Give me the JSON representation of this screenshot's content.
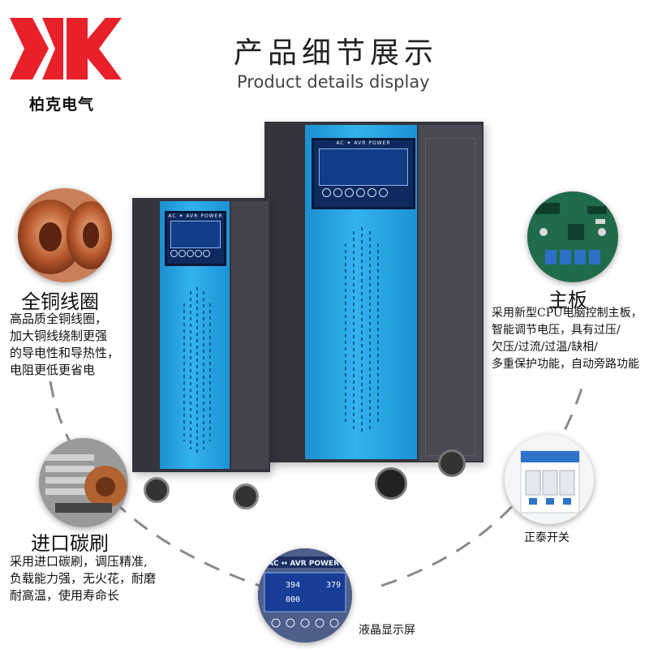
{
  "brand": {
    "name": "柏克电气",
    "logo_color": "#e8202a"
  },
  "header": {
    "title_cn": "产品细节展示",
    "title_en": "Product details display"
  },
  "colors": {
    "cabinet": "#34343d",
    "panel_blue": "#2aa6e6",
    "dashed": "#8a8a8a"
  },
  "panel": {
    "small_header": "AC ✦ AVR POWER",
    "large_header": "AC ✦ AVR POWER",
    "zoom_header": "AC ↔ AVR POWER",
    "zoom_reading_1": "394",
    "zoom_reading_2": "379",
    "zoom_reading_3": "000"
  },
  "features": {
    "copper": {
      "title": "全铜线圈",
      "lines": [
        "高品质全铜线圈，",
        "加大铜线绕制更强",
        "的导电性和导热性，",
        "电阻更低更省电"
      ]
    },
    "mainboard": {
      "title": "主板",
      "lines": [
        "采用新型CPU电脑控制主板，",
        "智能调节电压，具有过压/",
        "欠压/过流/过温/缺相/",
        "多重保护功能，自动旁路功能"
      ]
    },
    "brush": {
      "title": "进口碳刷",
      "lines": [
        "采用进口碳刷，调压精准,",
        "负载能力强，无火花，耐磨",
        "耐高温，使用寿命长"
      ]
    },
    "switch": {
      "caption": "正泰开关"
    },
    "lcd": {
      "caption": "液晶显示屏"
    }
  }
}
